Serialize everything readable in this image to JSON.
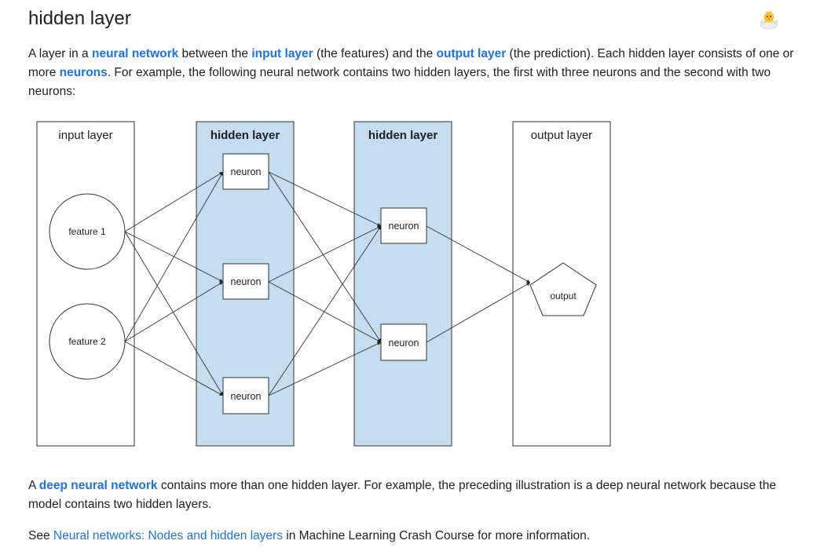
{
  "page": {
    "title": "hidden layer",
    "badge_icon": "hatching-chick-icon"
  },
  "intro": {
    "t1": "A layer in a ",
    "l1": "neural network",
    "t2": " between the ",
    "l2": "input layer",
    "t3": " (the features) and the ",
    "l3": "output layer",
    "t4": " (the prediction). Each hidden layer consists of one or more ",
    "l4": "neurons",
    "t5": ". For example, the following neural network contains two hidden layers, the first with three neurons and the second with two neurons:"
  },
  "diagram": {
    "columns": [
      {
        "label": "input layer",
        "fill": "#ffffff",
        "bold": false
      },
      {
        "label": "hidden layer",
        "fill": "#c6dcef",
        "bold": true
      },
      {
        "label": "hidden layer",
        "fill": "#c6dcef",
        "bold": true
      },
      {
        "label": "output layer",
        "fill": "#ffffff",
        "bold": false
      }
    ],
    "features": [
      "feature 1",
      "feature 2"
    ],
    "hidden1": [
      "neuron",
      "neuron",
      "neuron"
    ],
    "hidden2": [
      "neuron",
      "neuron"
    ],
    "output": "output"
  },
  "deep": {
    "t1": "A ",
    "l1": "deep neural network",
    "t2": " contains more than one hidden layer. For example, the preceding illustration is a deep neural network because the model contains two hidden layers."
  },
  "see": {
    "t1": "See ",
    "l1": "Neural networks: Nodes and hidden layers",
    "t2": " in Machine Learning Crash Course for more information."
  },
  "colors": {
    "link": "#1a73e8",
    "hidden_fill": "#c6dcef"
  }
}
